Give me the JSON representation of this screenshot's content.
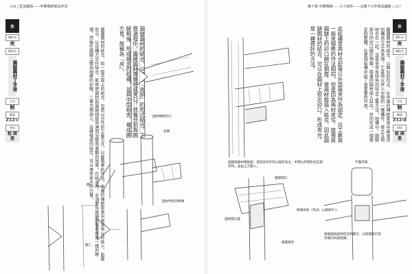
{
  "left_page": {
    "header": "238 | 匠說構造——中華傳統家具作法",
    "sidebar": {
      "top_label": "集",
      "name_label": "構件名",
      "name_value": "夾",
      "type_label": "構造名",
      "type_value": "圓腿圓材丁字接",
      "method_label": "方法",
      "method_value": "制",
      "code_label": "編號",
      "code_value": "Z12-c",
      "material_label": "材料",
      "material_value": "松 研造"
    },
    "body_text": "圓腿圓材的結合，如一個平面上的結合，也是以分作的工藝方式，以最簡單的作法，中國的傳統家具中常常有以卯接入，如圖所示，以這種方式作結合，能夠使圓材與圓腿相接而達到完整而美觀的效果。在結合時，必須要先將圓材做成燕尾一樣的榫頭，然後在圓腿上開出相應的卯眼，二者互相插入，這樣做成的結合，可以承受很大的力量。",
    "hand_text": "圓腿圓材的結合，以類似「夾頭」的形式結合，工藝過程中，需將圓材兩側挖成夾口，然後分別與圓腿相接，形成穩定的結構。並與中間相夾，構成圓方見，故稱為「夾」。",
    "captions": {
      "fig1": "說明",
      "fig2": "圖一",
      "fig3": "圖二",
      "note1": "圓材兩側挖口",
      "note2": "圓材伸出的榫頭"
    }
  },
  "right_page": {
    "header": "第十章 中華傳統——三十四件——古典十七件家具圖解 | 237",
    "sidebar": {
      "top_label": "集",
      "name_label": "構件名",
      "name_value": "夾",
      "type_label": "構造名",
      "type_value": "圓腿圓材丁字接",
      "method_label": "方法",
      "method_value": "制",
      "code_label": "編號",
      "code_value": "Z12-d",
      "material_label": "材料",
      "material_value": "松 研造"
    },
    "body_text": "圓腿圓材的結合，以類似的形式，在中國的傳統家具中最常見的構造方式為夾頭，它是用以夾入中間的一種構件，使之互相結合在一起，這是非常有特色的結合工藝方法。結構中，圓腿部分的卯口開於側面，兩邊的圓材插入其中，共同形成一個穩定的整體，在整個結構中起了很重要的作用。",
    "hand_text": "此結構是兩材合起後以外部兩夾作為固定，且工藝與一般夾頭榫的作法相同。但是因為兩材夾住，故需將圓腿上的卯口開在側面，使兩材能插入結合。因此圓腿圓材的結合，可以在圓材上挖出卯口，形成夾合，是一種很好的方法。",
    "captions": {
      "center": "圓腿與圓材相接處，其結合的外形以圓形為主，中間以夾頭形式互相夾持，並由上方壓入。",
      "label1": "不露夾頭",
      "label2": "腿部開口",
      "label3": "榫頭形狀（夾式）以兩側卡入",
      "label4": "圓材開口處",
      "label5": "兩面相合",
      "bottom": "將圓腿與圓材結合的圖示，以剖面展示其夾頭的內部結構。"
    }
  }
}
